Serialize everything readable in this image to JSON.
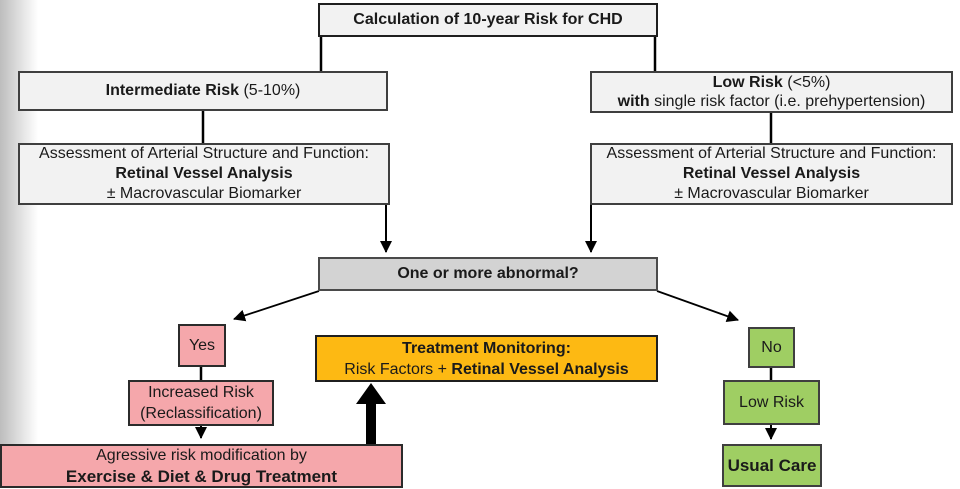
{
  "palette": {
    "light_gray_fill": "#f2f2f2",
    "decision_gray_fill": "#d3d3d3",
    "pink_fill": "#f5a7ab",
    "green_fill": "#9fce63",
    "orange_fill": "#fdb913",
    "line_color": "#000000"
  },
  "nodes": {
    "title": {
      "text": "Calculation of 10-year Risk for CHD"
    },
    "intermediate_risk": {
      "bold": "Intermediate Risk",
      "rest": " (5-10%)"
    },
    "low_risk_branch": {
      "line1_bold": "Low Risk",
      "line1_rest": " (<5%)",
      "line2_bold": "with",
      "line2_rest": " single risk factor (i.e. prehypertension)"
    },
    "assessment_left": {
      "line1": "Assessment of Arterial Structure and Function:",
      "line2": "Retinal Vessel Analysis",
      "line3": "± Macrovascular Biomarker"
    },
    "assessment_right": {
      "line1": "Assessment of Arterial Structure and Function:",
      "line2": "Retinal Vessel Analysis",
      "line3": "± Macrovascular Biomarker"
    },
    "decision": {
      "text": "One or more abnormal?"
    },
    "yes": {
      "text": "Yes"
    },
    "increased_risk": {
      "line1": "Increased Risk",
      "line2": "(Reclassification)"
    },
    "aggressive_modification": {
      "line1": "Agressive risk modification by",
      "line2": "Exercise & Diet & Drug Treatment"
    },
    "treatment_monitoring": {
      "line1": "Treatment Monitoring:",
      "line2_regular": "Risk Factors + ",
      "line2_bold": "Retinal Vessel Analysis"
    },
    "no": {
      "text": "No"
    },
    "low_risk": {
      "text": "Low Risk"
    },
    "usual_care": {
      "text": "Usual Care"
    }
  }
}
